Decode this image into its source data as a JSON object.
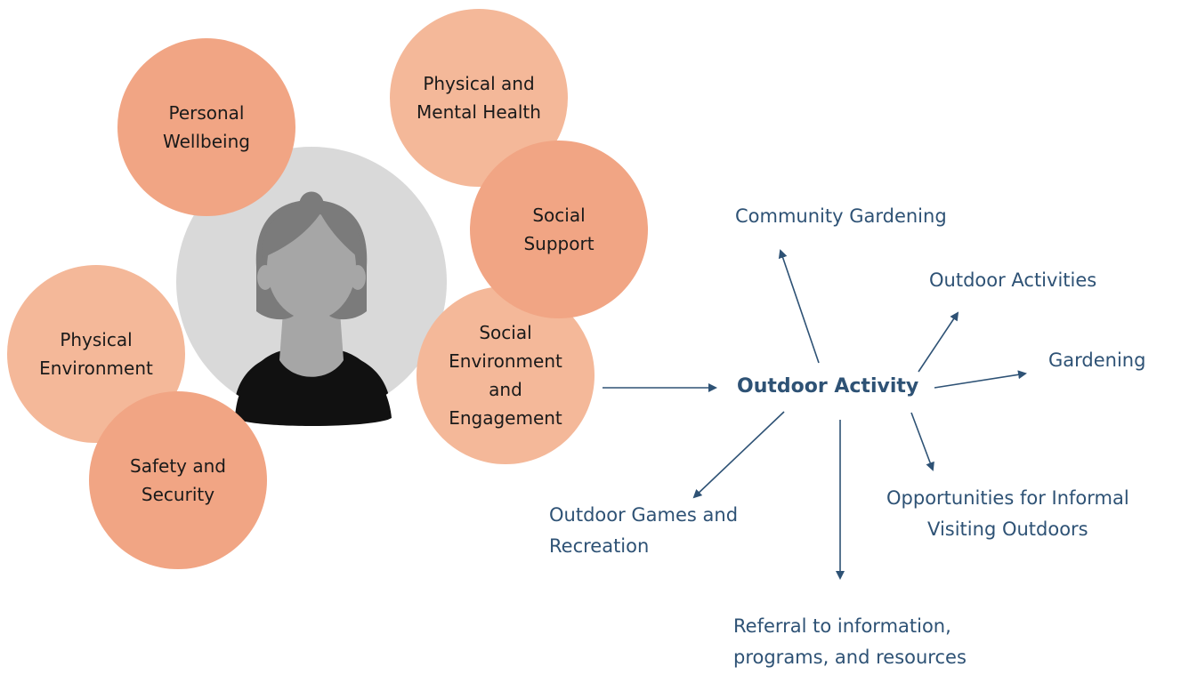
{
  "circles": {
    "personal_wellbeing": "Personal\nWellbeing",
    "physical_mental_health": "Physical and\nMental Health",
    "social_support": "Social\nSupport",
    "social_environment": "Social\nEnvironment\nand\nEngagement",
    "physical_environment": "Physical\nEnvironment",
    "safety_security": "Safety and\nSecurity"
  },
  "hub": "Outdoor Activity",
  "branches": {
    "community_gardening": "Community Gardening",
    "outdoor_activities": "Outdoor Activities",
    "gardening": "Gardening",
    "informal_visiting": "Opportunities for Informal\nVisiting Outdoors",
    "referral": "Referral to information,\nprograms, and resources",
    "games_recreation": "Outdoor Games and\nRecreation"
  },
  "colors": {
    "circle_light": "#f4b899",
    "circle_dark": "#f1a584",
    "arrow": "#2e5275",
    "text_blue": "#2e5275"
  }
}
